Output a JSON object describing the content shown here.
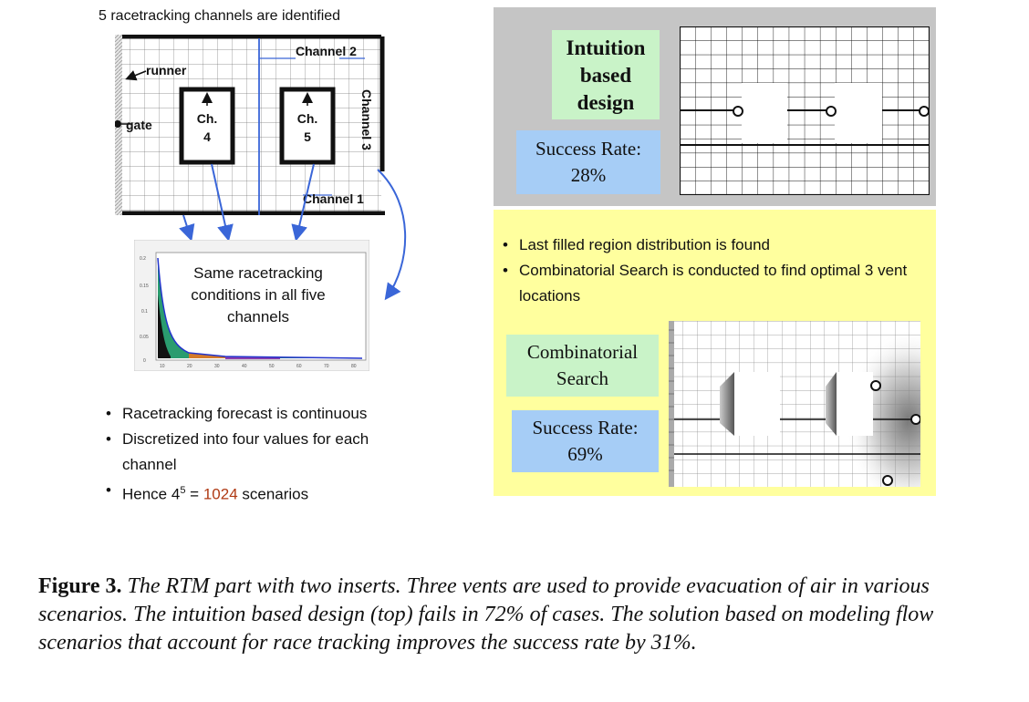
{
  "left": {
    "title": "5 racetracking channels are identified",
    "labels": {
      "runner": "runner",
      "gate": "gate",
      "channel1": "Channel 1",
      "channel2": "Channel 2",
      "channel3": "Channel 3",
      "ch4_line1": "Ch.",
      "ch4_line2": "4",
      "ch5_line1": "Ch.",
      "ch5_line2": "5"
    },
    "forecast_text": "Same racetracking conditions in all five channels",
    "bullets": [
      "Racetracking forecast is continuous",
      "Discretized into four values for each channel"
    ],
    "hence": {
      "prefix": "Hence  4",
      "exponent": "5",
      "equals": " = ",
      "count": "1024",
      "suffix": " scenarios"
    }
  },
  "top_panel": {
    "label": "Intuition based design",
    "success_label": "Success Rate:",
    "success_value": "28%"
  },
  "bottom_panel": {
    "bullets": [
      "Last filled region distribution is found",
      "Combinatorial Search is conducted to find optimal 3 vent locations"
    ],
    "label": "Combinatorial Search",
    "success_label": "Success Rate:",
    "success_value": "69%"
  },
  "caption": {
    "figure_label": "Figure 3.",
    "text": "The RTM part with two inserts. Three vents are used to provide evacuation of air in various scenarios. The intuition based design (top) fails in 72% of cases. The solution based on modeling flow scenarios that account for race tracking improves the success rate by 31%."
  },
  "colors": {
    "arrow_blue": "#3a66d8",
    "green_box": "#c9f3c8",
    "blue_box": "#a6cdf6",
    "top_panel_bg": "#c5c5c5",
    "bottom_panel_bg": "#ffff9e",
    "highlight_red": "#b03a14"
  }
}
